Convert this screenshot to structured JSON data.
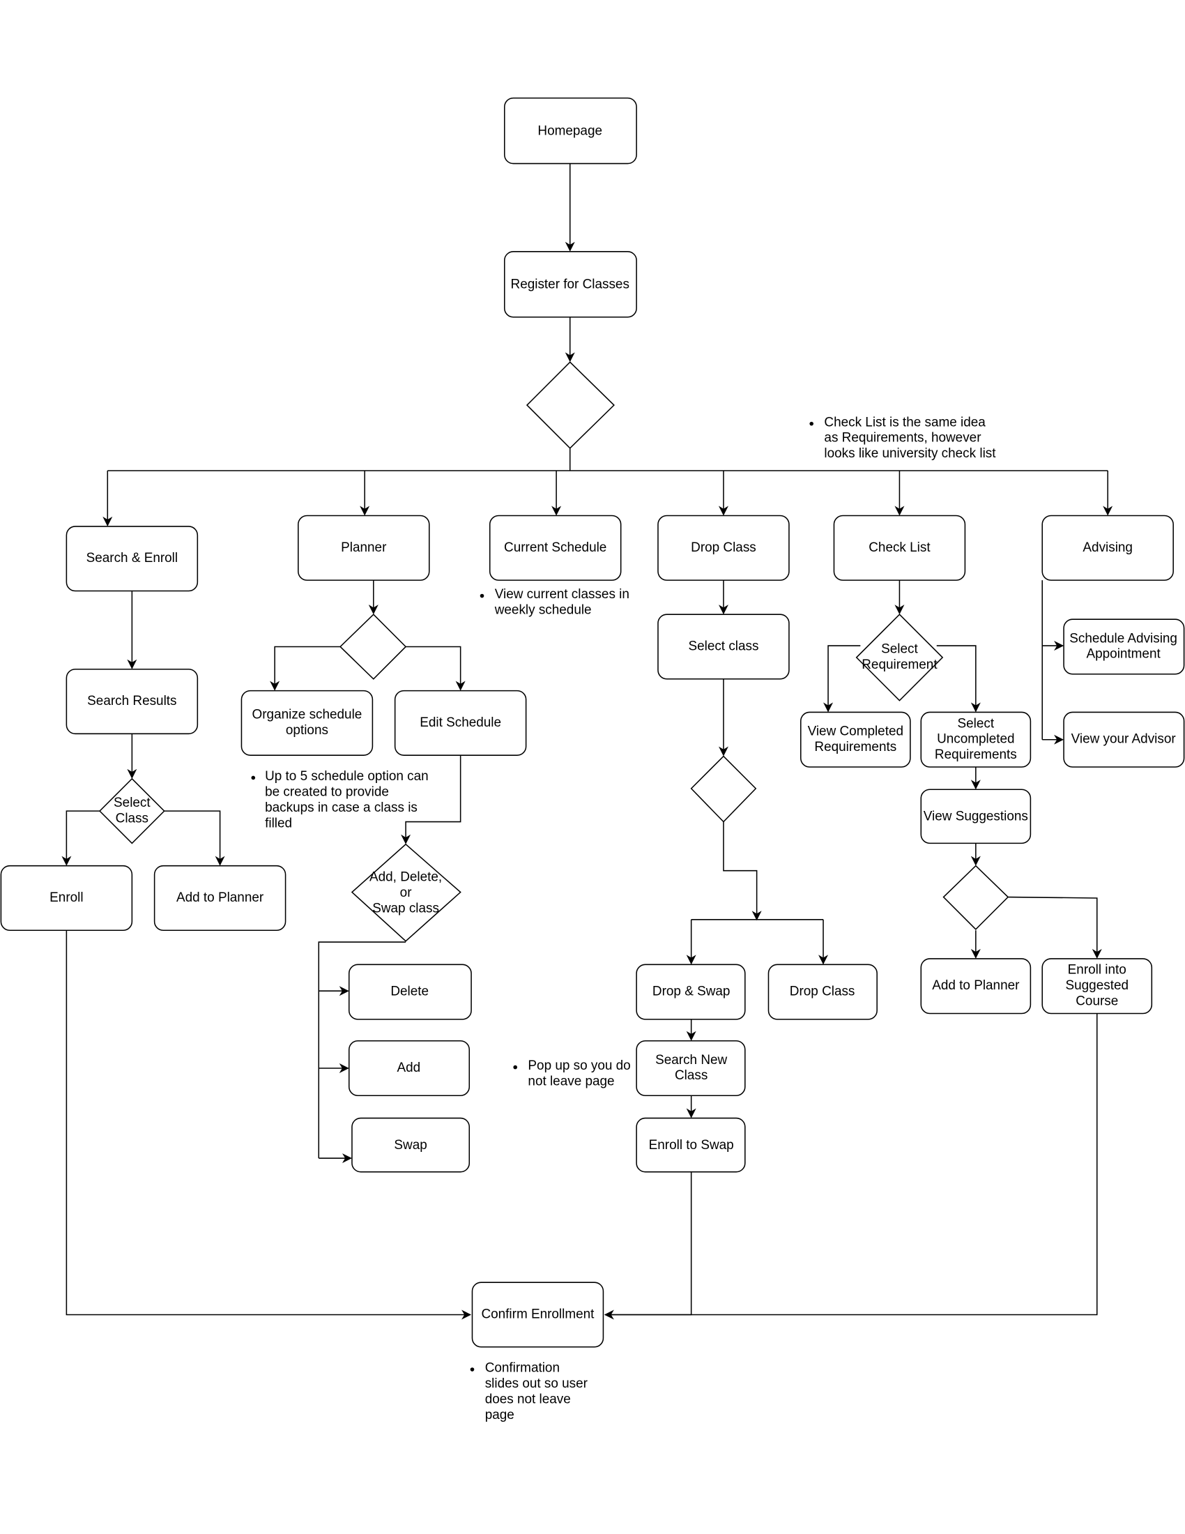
{
  "diagram": {
    "type": "flowchart",
    "nodes": {
      "homepage": "Homepage",
      "register": "Register for Classes",
      "search_enroll": "Search & Enroll",
      "planner": "Planner",
      "current_schedule": "Current Schedule",
      "drop_class": "Drop Class",
      "check_list": "Check List",
      "advising": "Advising",
      "search_results": "Search Results",
      "select_class_1": "Select",
      "select_class_2": "Class",
      "enroll": "Enroll",
      "add_to_planner_1": "Add to Planner",
      "organize_1": "Organize schedule",
      "organize_2": "options",
      "edit_schedule": "Edit Schedule",
      "ads_1": "Add, Delete,",
      "ads_2": "or",
      "ads_3": "Swap class",
      "delete": "Delete",
      "add": "Add",
      "swap": "Swap",
      "select_class_drop": "Select class",
      "drop_swap": "Drop & Swap",
      "drop_class_final": "Drop Class",
      "search_new_1": "Search New",
      "search_new_2": "Class",
      "enroll_to_swap": "Enroll to Swap",
      "select_req_1": "Select",
      "select_req_2": "Requirement",
      "view_completed_1": "View Completed",
      "view_completed_2": "Requirements",
      "select_uncompleted_1": "Select",
      "select_uncompleted_2": "Uncompleted",
      "select_uncompleted_3": "Requirements",
      "view_suggestions": "View Suggestions",
      "add_to_planner_2": "Add to Planner",
      "enroll_suggested_1": "Enroll into",
      "enroll_suggested_2": "Suggested",
      "enroll_suggested_3": "Course",
      "schedule_advising_1": "Schedule Advising",
      "schedule_advising_2": "Appointment",
      "view_advisor": "View your Advisor",
      "confirm_enrollment": "Confirm Enrollment"
    },
    "notes": {
      "checklist": [
        "Check List is the same idea",
        "as Requirements, however",
        "looks like university check list"
      ],
      "current_schedule": [
        "View current classes in",
        "weekly schedule"
      ],
      "planner_options": [
        "Up to 5 schedule option can",
        "be created to provide",
        "backups in case a class is",
        "filled"
      ],
      "popup": [
        "Pop up so you do",
        "not leave page"
      ],
      "confirmation": [
        "Confirmation",
        "slides out so user",
        "does not leave",
        "page"
      ]
    }
  }
}
